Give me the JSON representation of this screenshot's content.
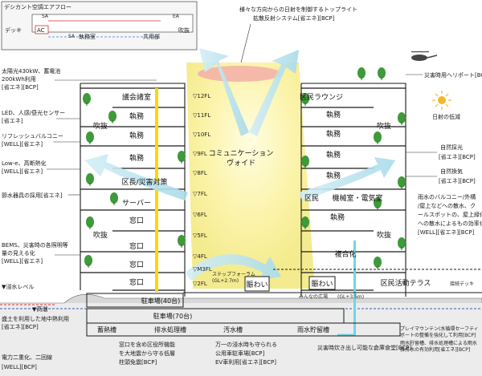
{
  "inset": {
    "title": "デシカント空調エアフロー",
    "sa_top": "SA",
    "ea": "EA",
    "deck": "デッキ",
    "ac": "AC",
    "sa_bottom": "SA",
    "office": "執務室",
    "common": "共用部",
    "atrium": "吹抜"
  },
  "annotations": {
    "top_light": [
      "様々な方向からの日射を制御するトップライト",
      "拡散反射システム[省エネ][BCP]"
    ],
    "solar": [
      "太陽光430kW、蓄電池",
      "200kWh利用",
      "[省エネ][BCP]"
    ],
    "led": [
      "LED、人感/昼光センサー",
      "[省エネ]"
    ],
    "refresh": [
      "リフレッシュバルコニー",
      "[WELL][省エネ]"
    ],
    "lowe": [
      "Low-e、高断熱化",
      "[WELL][省エネ]"
    ],
    "water_saving": "節水器具の採用[省エネ]",
    "bems": [
      "BEMS、災害時の各照明等",
      "量の見える化",
      "[WELL][省エネ]"
    ],
    "heliport": [
      "災害時用ヘリポート[BCP]"
    ],
    "sun_low": "日射の低減",
    "natural_light": [
      "自然採光",
      "[省エネ][BCP]"
    ],
    "natural_vent": [
      "自然換気",
      "[省エネ][BCP]"
    ],
    "rain_balcony": [
      "雨水のバルコニー/外構",
      "/屋上などへの散水、ク",
      "ールスポットの、屋上緑化",
      "への散水によるもの効率化",
      "[WELL][省エネ][BCP]"
    ],
    "left_bottom1": "盛土を利用した地中熱利用",
    "left_bottom1b": "[省エネ][BCP]",
    "left_bottom2": "電力二重化、二回線",
    "left_bottom2b": "[WELL][BCP]",
    "windows_bottom": [
      "窓口を含め区役所機能",
      "を大地震から守る低層",
      "柱頭免震[BCP]"
    ],
    "flood": [
      "万一の浸水時も守られる",
      "公用車駐車場[BCP]",
      "EV車利用[省エネ][BCP]"
    ],
    "disaster_kitchen": "災害時炊き出し可能な倉庫食堂[BCP]",
    "rain_storage_note": [
      "プレイマウンテン(水循環セーフティ",
      "ボートの整備を強化して利用[BCP]",
      "雨水貯留槽、排水処理槽による雨水",
      "雑排水の有効利用[省エネ][BCP]"
    ],
    "flood_level": "▼浸水レベル",
    "high_tide": "▼高潮",
    "step_forum": [
      "ステップフォーラム",
      "(GL+2.7m)"
    ],
    "plaza_level": "(GL+3.5m)"
  },
  "rooms": {
    "council": "議会諸室",
    "office": "執務",
    "mayor": "区長/災害対策",
    "server": "サーバー",
    "counter": "窓口",
    "atrium": "吹抜",
    "communication_void": [
      "コミュニケーション",
      "ヴォイド"
    ],
    "lounge": "区民ラウンジ",
    "citizen": "区民",
    "facility": "機械室・電気室",
    "complex": "複合化",
    "terrace": "区民活動テラス",
    "deck": "接続デッキ",
    "bustle": "賑わい",
    "plaza": "みんなの広場",
    "parking1": "駐車場(40台)",
    "parking2": "駐車場(70台)",
    "heat_storage": "蓄熱槽",
    "drainage": "排水処理槽",
    "sewage": "汚水槽",
    "rain_storage": "雨水貯留槽"
  },
  "floors": [
    "12FL",
    "11FL",
    "10FL",
    "9FL",
    "8FL",
    "7FL",
    "6FL",
    "5FL",
    "4FL",
    "M3FL",
    "2FL"
  ],
  "colors": {
    "outline": "#1a1a1a",
    "void_yellow": "#fbf3a8",
    "shaft_yellow": "#f5d90a",
    "water_cyan": "#6fd6e6",
    "wind_blue": "#a9dbea",
    "tree_green": "#3e9a3a",
    "red_cloud": "#f1a4a4",
    "ground": "#e2e2e2"
  }
}
